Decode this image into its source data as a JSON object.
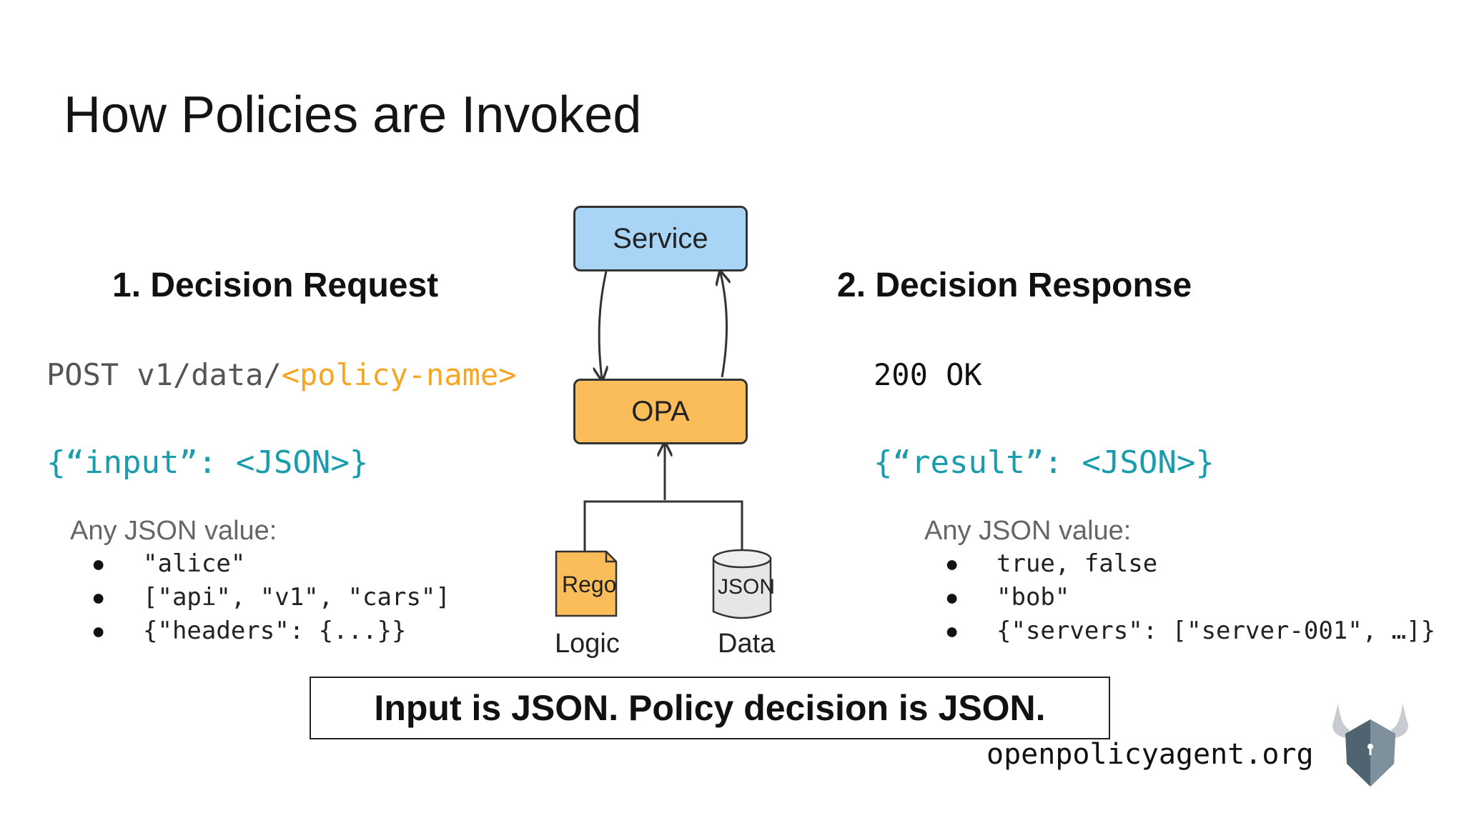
{
  "slide": {
    "title": "How Policies are Invoked",
    "request": {
      "heading": "1.  Decision Request",
      "method_path": "POST v1/data/",
      "policy_placeholder": "<policy-name>",
      "json": "{“input”: <JSON>}",
      "any_label": "Any JSON value:",
      "examples": [
        "\"alice\"",
        "[\"api\", \"v1\", \"cars\"]",
        "{\"headers\": {...}}"
      ]
    },
    "response": {
      "heading": "2.  Decision Response",
      "status": "200 OK",
      "json": "{“result”: <JSON>}",
      "any_label": "Any JSON value:",
      "examples": [
        "true, false",
        "\"bob\"",
        "{\"servers\": [\"server-001\", …]}"
      ]
    },
    "diagram": {
      "service": "Service",
      "opa": "OPA",
      "rego_icon": "Rego",
      "json_icon": "JSON",
      "logic": "Logic",
      "data": "Data"
    },
    "banner": "Input is JSON.  Policy decision is JSON.",
    "site": "openpolicyagent.org",
    "bullet": "●",
    "logo_icon": "opa-viking-helmet-icon",
    "colors": {
      "service": "#a8d5f5",
      "opa": "#fbbd5a",
      "json_text": "#1a9cad",
      "policy_name": "#f5a623"
    }
  }
}
